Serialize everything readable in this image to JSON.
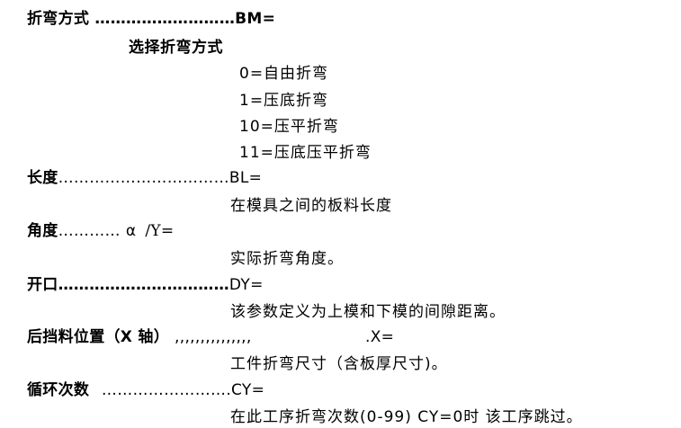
{
  "params": [
    {
      "label": "折弯方式",
      "leader": " ………………………",
      "code": "BM=",
      "sub_heading": "选择折弯方式",
      "options": [
        "0=自由折弯",
        "1=压底折弯",
        "10=压平折弯",
        "11=压底压平折弯"
      ]
    },
    {
      "label": "长度",
      "leader": "……………………………",
      "code": "BL=",
      "desc": "在模具之间的板料长度"
    },
    {
      "label": "角度",
      "leader": "…………",
      "code_alpha": "α",
      "code_rest": "/Y=",
      "desc": "实际折弯角度。"
    },
    {
      "label": "开口",
      "leader": "……………………………",
      "code": "DY=",
      "desc": "该参数定义为上模和下模的间隙距离。"
    },
    {
      "label": "后挡料位置（X 轴）",
      "leader": ",,,,,,,,,,,,,,,",
      "code": ".X=",
      "desc": "工件折弯尺寸（含板厚尺寸)。"
    },
    {
      "label": "循环次数",
      "leader": " ……………………",
      "code": ".CY=",
      "desc": "在此工序折弯次数(0-99)  CY=0时  该工序跳过。"
    }
  ]
}
